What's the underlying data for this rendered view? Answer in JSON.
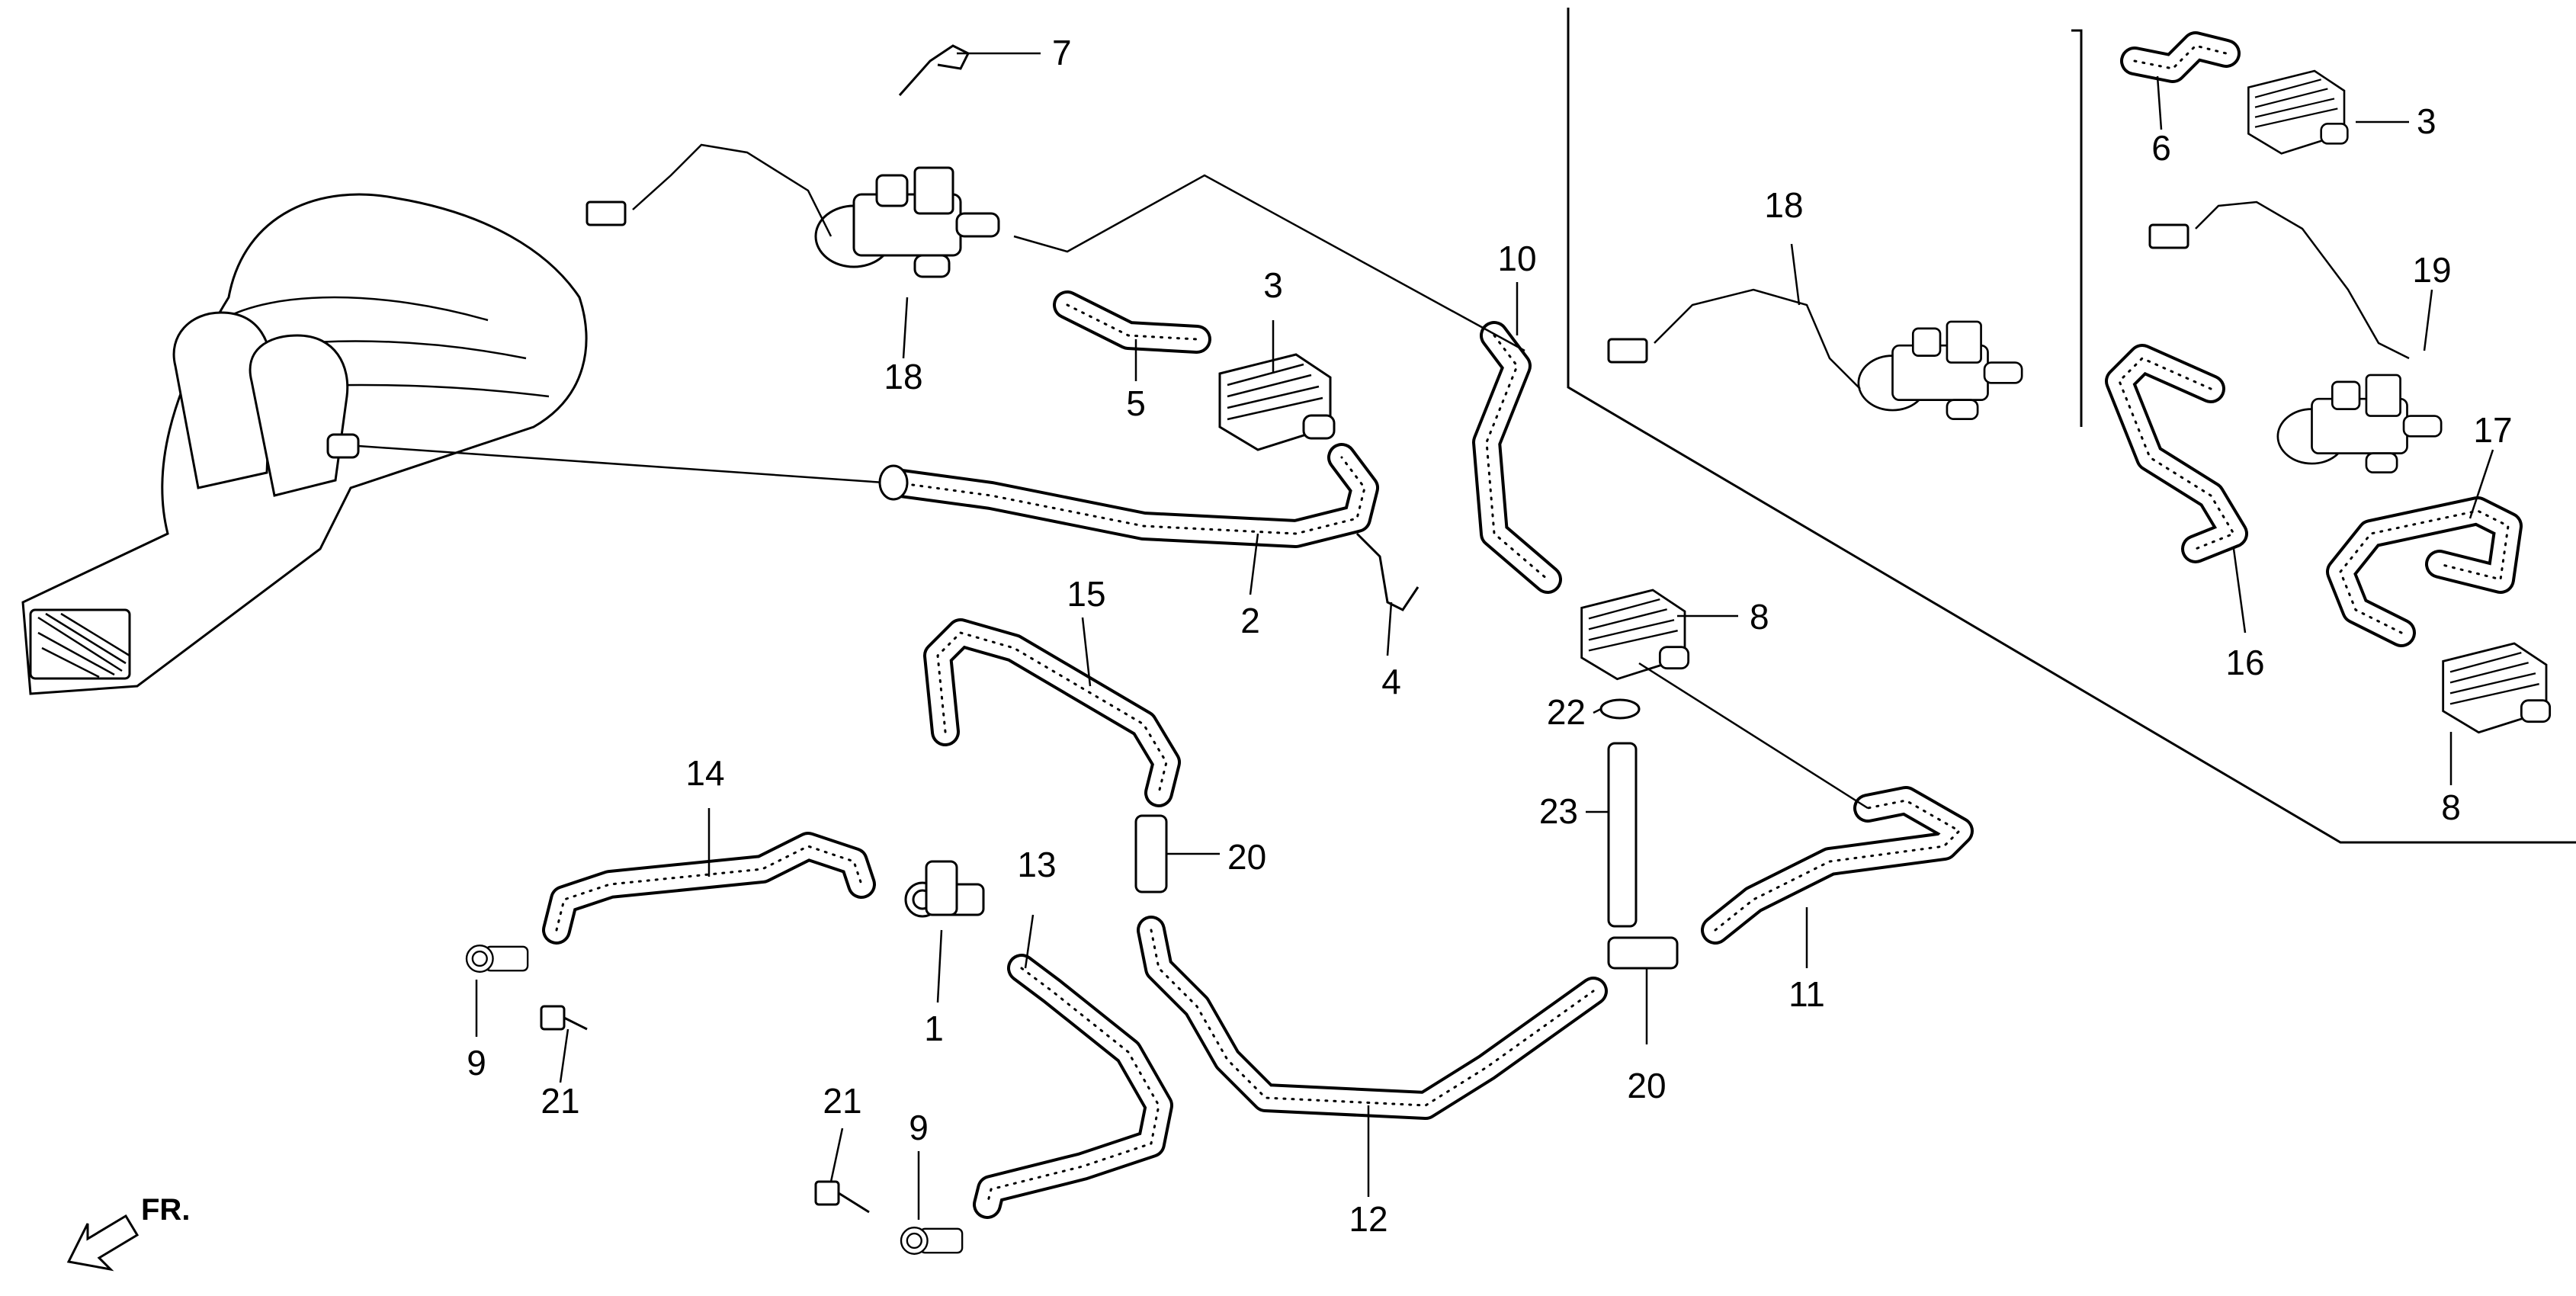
{
  "direction_marker": {
    "text": "FR.",
    "icon": "front-direction-arrow-icon"
  },
  "callouts": [
    {
      "id": "c1",
      "text": "1"
    },
    {
      "id": "c2",
      "text": "2"
    },
    {
      "id": "c3a",
      "text": "3"
    },
    {
      "id": "c3b",
      "text": "3"
    },
    {
      "id": "c4",
      "text": "4"
    },
    {
      "id": "c5",
      "text": "5"
    },
    {
      "id": "c6",
      "text": "6"
    },
    {
      "id": "c7",
      "text": "7"
    },
    {
      "id": "c8a",
      "text": "8"
    },
    {
      "id": "c8b",
      "text": "8"
    },
    {
      "id": "c9a",
      "text": "9"
    },
    {
      "id": "c9b",
      "text": "9"
    },
    {
      "id": "c10",
      "text": "10"
    },
    {
      "id": "c11",
      "text": "11"
    },
    {
      "id": "c12",
      "text": "12"
    },
    {
      "id": "c13",
      "text": "13"
    },
    {
      "id": "c14",
      "text": "14"
    },
    {
      "id": "c15",
      "text": "15"
    },
    {
      "id": "c16",
      "text": "16"
    },
    {
      "id": "c17",
      "text": "17"
    },
    {
      "id": "c18a",
      "text": "18"
    },
    {
      "id": "c18b",
      "text": "18"
    },
    {
      "id": "c19",
      "text": "19"
    },
    {
      "id": "c20a",
      "text": "20"
    },
    {
      "id": "c20b",
      "text": "20"
    },
    {
      "id": "c21a",
      "text": "21"
    },
    {
      "id": "c21b",
      "text": "21"
    },
    {
      "id": "c22",
      "text": "22"
    },
    {
      "id": "c23",
      "text": "23"
    }
  ]
}
